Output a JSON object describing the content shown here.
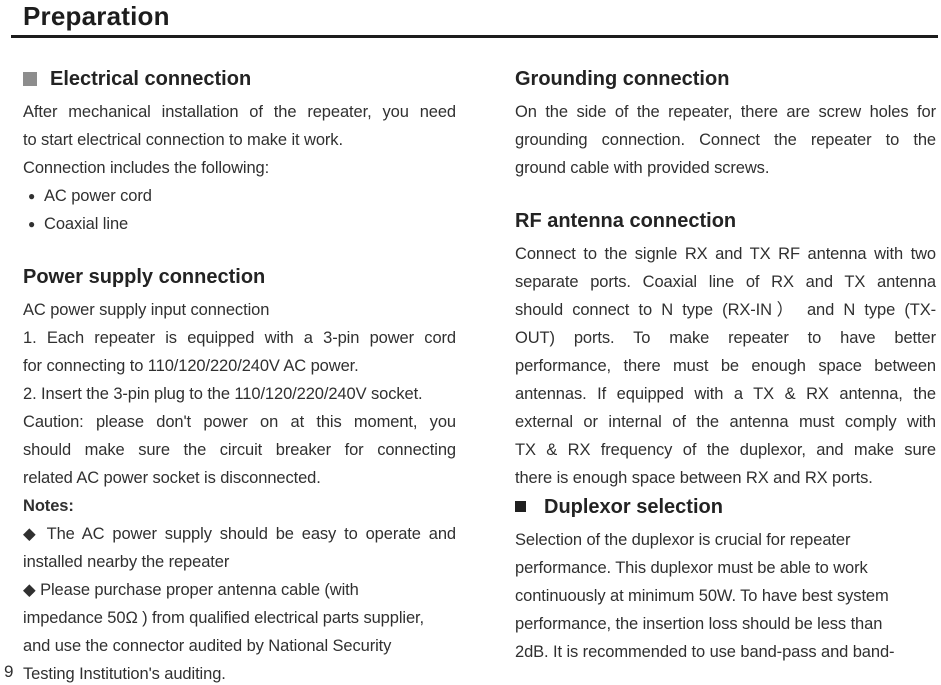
{
  "page": {
    "title": "Preparation",
    "page_number": "9"
  },
  "colors": {
    "text": "#303030",
    "heading": "#232323",
    "title": "#1d1d1d",
    "rule": "#1c1c1c",
    "square_gray": "#8d8d8d",
    "square_black": "#202020",
    "background": "#ffffff"
  },
  "columns": {
    "left": [
      {
        "type": "heading",
        "marker": "square-large",
        "text": "Electrical connection"
      },
      {
        "type": "para",
        "justify": true,
        "lines": [
          "After mechanical installation of the repeater, you need",
          "to start electrical connection to make it work."
        ]
      },
      {
        "type": "para",
        "justify": false,
        "lines": [
          "Connection includes the following:"
        ]
      },
      {
        "type": "bullets",
        "marker": "●",
        "items": [
          "AC power cord",
          "Coaxial line"
        ]
      },
      {
        "type": "gap"
      },
      {
        "type": "heading",
        "text": "Power supply connection"
      },
      {
        "type": "para",
        "justify": false,
        "lines": [
          "AC power supply input connection"
        ]
      },
      {
        "type": "para",
        "justify": true,
        "lines": [
          "1. Each repeater is equipped with a 3-pin power cord",
          "for connecting to 110/120/220/240V AC power."
        ]
      },
      {
        "type": "para",
        "justify": false,
        "lines": [
          "2. Insert the 3-pin plug to the 110/120/220/240V socket."
        ]
      },
      {
        "type": "para",
        "justify": true,
        "lines": [
          "Caution: please don't power on at this moment, you",
          "should make sure the circuit breaker for connecting",
          "related AC power socket is disconnected."
        ]
      },
      {
        "type": "para",
        "bold": true,
        "justify": false,
        "lines": [
          "Notes:"
        ]
      },
      {
        "type": "para",
        "justify": true,
        "lines": [
          "◆ The AC power supply should be easy to operate and",
          "installed nearby the repeater"
        ]
      },
      {
        "type": "para",
        "justify": false,
        "lines": [
          "◆ Please purchase proper antenna cable (with",
          "impedance 50Ω ) from qualified electrical parts supplier,",
          "and use the connector audited by National Security",
          "Testing Institution's auditing."
        ]
      }
    ],
    "right": [
      {
        "type": "heading",
        "text": "Grounding connection"
      },
      {
        "type": "para",
        "justify": true,
        "lines": [
          "On the side of the repeater, there are screw holes for",
          "grounding connection. Connect the repeater to the",
          "ground cable with provided screws."
        ]
      },
      {
        "type": "gap"
      },
      {
        "type": "heading",
        "text": "RF antenna connection"
      },
      {
        "type": "para",
        "justify": true,
        "lines": [
          "Connect to the signle RX and TX RF antenna with two",
          "separate ports. Coaxial line of RX and TX antenna",
          "should connect to N type (RX-IN） and N type (TX-",
          "OUT) ports. To make repeater to have better",
          "performance, there must be enough space between",
          "antennas. If equipped with a TX & RX antenna, the",
          "external or internal of the antenna must comply with",
          "TX & RX frequency of the duplexor, and make sure",
          "there is enough space between RX and RX ports."
        ]
      },
      {
        "type": "heading",
        "marker": "square-small",
        "text": "Duplexor selection"
      },
      {
        "type": "para",
        "justify": false,
        "lines": [
          "Selection of the duplexor is crucial for repeater",
          "performance. This duplexor must be able to work",
          "continuously at minimum 50W. To have best system",
          "performance, the insertion loss should be less than",
          "2dB. It is recommended to use band-pass and band-"
        ]
      }
    ]
  }
}
